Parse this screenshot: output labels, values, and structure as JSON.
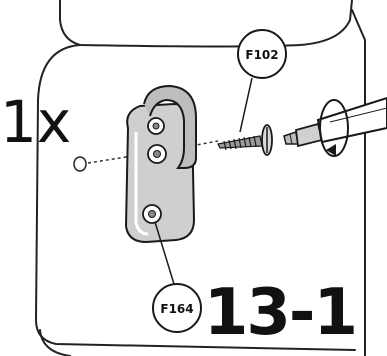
{
  "quantity_label": "1x",
  "step_number": "13-1",
  "parts": {
    "screw_code": "F102",
    "bracket_code": "F164"
  }
}
